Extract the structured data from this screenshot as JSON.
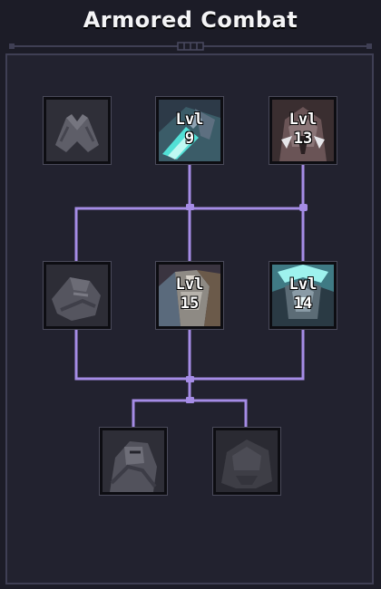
{
  "window": {
    "title": "Armored Combat"
  },
  "colors": {
    "connector": "#a58ce6",
    "panel_border": "#3f3f54",
    "background": "#1c1c27"
  },
  "skills": [
    {
      "id": "r1c1",
      "state": "locked",
      "icon": "crossed-gauntlets-icon",
      "level_label": "",
      "level": ""
    },
    {
      "id": "r1c2",
      "state": "unlocked",
      "icon": "shield-bash-icon",
      "level_label": "Lvl",
      "level": "9"
    },
    {
      "id": "r1c3",
      "state": "unlocked",
      "icon": "helmet-guard-icon",
      "level_label": "Lvl",
      "level": "13"
    },
    {
      "id": "r2c1",
      "state": "locked",
      "icon": "armored-fist-icon",
      "level_label": "",
      "level": ""
    },
    {
      "id": "r2c2",
      "state": "unlocked",
      "icon": "armored-warrior-icon",
      "level_label": "Lvl",
      "level": "15"
    },
    {
      "id": "r2c3",
      "state": "unlocked",
      "icon": "glowing-armor-icon",
      "level_label": "Lvl",
      "level": "14"
    },
    {
      "id": "r3c1",
      "state": "locked",
      "icon": "heavy-knight-icon",
      "level_label": "",
      "level": ""
    },
    {
      "id": "r3c2",
      "state": "locked",
      "icon": "dark-helm-icon",
      "level_label": "",
      "level": ""
    }
  ]
}
